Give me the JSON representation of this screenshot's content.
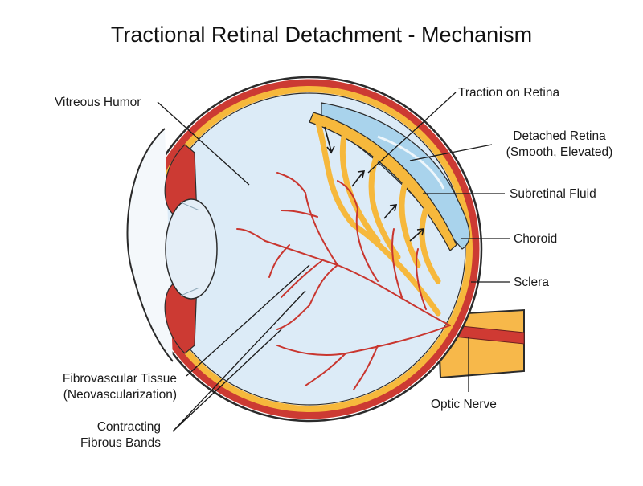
{
  "title": "Tractional Retinal Detachment - Mechanism",
  "labels": {
    "vitreous_humor": "Vitreous Humor",
    "traction_on_retina": "Traction on Retina",
    "detached_retina": "Detached Retina",
    "detached_retina_sub": "(Smooth, Elevated)",
    "subretinal_fluid": "Subretinal Fluid",
    "choroid": "Choroid",
    "sclera": "Sclera",
    "optic_nerve": "Optic Nerve",
    "fibrovascular_tissue": "Fibrovascular Tissue",
    "fibrovascular_tissue_sub": "(Neovascularization)",
    "contracting_bands": "Contracting",
    "contracting_bands_sub": "Fibrous Bands"
  },
  "colors": {
    "sclera_red": "#cc3a33",
    "choroid_yellow": "#f6b83c",
    "vitreous_fill": "#dcebf7",
    "subretinal_fluid": "#a9d3ec",
    "vessel": "#c9362f",
    "outline": "#2b2b2b"
  }
}
